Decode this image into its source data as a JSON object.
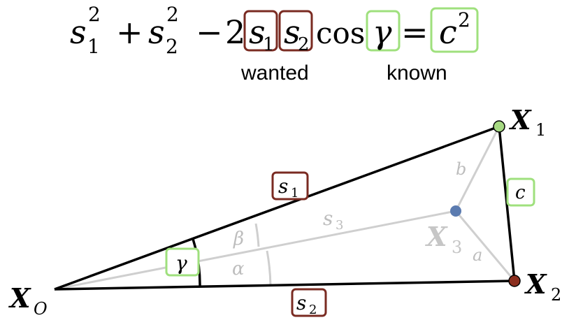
{
  "equation": {
    "s1": "s",
    "s1_sub": "1",
    "s1_sup": "2",
    "plus": "+",
    "s2": "s",
    "s2_sub": "2",
    "s2_sup": "2",
    "minus": "−",
    "two": "2",
    "boxed_s1": "s",
    "boxed_s1_sub": "1",
    "boxed_s2": "s",
    "boxed_s2_sub": "2",
    "cos": "cos",
    "gamma": "γ",
    "equals": "=",
    "c": "c",
    "c_sup": "2"
  },
  "annotations": {
    "wanted": "wanted",
    "known": "known"
  },
  "diagram": {
    "points": {
      "XO": {
        "label": "X",
        "sub": "O"
      },
      "X1": {
        "label": "X",
        "sub": "1",
        "color": "#a6d982"
      },
      "X2": {
        "label": "X",
        "sub": "2",
        "color": "#8b2e1e"
      },
      "X3": {
        "label": "X",
        "sub": "3",
        "color": "#5b7bb0"
      }
    },
    "side_labels": {
      "s1": {
        "text": "s",
        "sub": "1"
      },
      "s2": {
        "text": "s",
        "sub": "2"
      },
      "s3": {
        "text": "s",
        "sub": "3"
      },
      "c": {
        "text": "c"
      },
      "a": {
        "text": "a"
      },
      "b": {
        "text": "b"
      }
    },
    "angle_labels": {
      "gamma": "γ",
      "alpha": "α",
      "beta": "β"
    }
  },
  "colors": {
    "wanted_box": "#7a2b22",
    "known_box": "#9fe07d",
    "triangle_edge": "#000000",
    "inner_lines": "#cfcfcf",
    "faint_text": "#bdbdbd"
  }
}
